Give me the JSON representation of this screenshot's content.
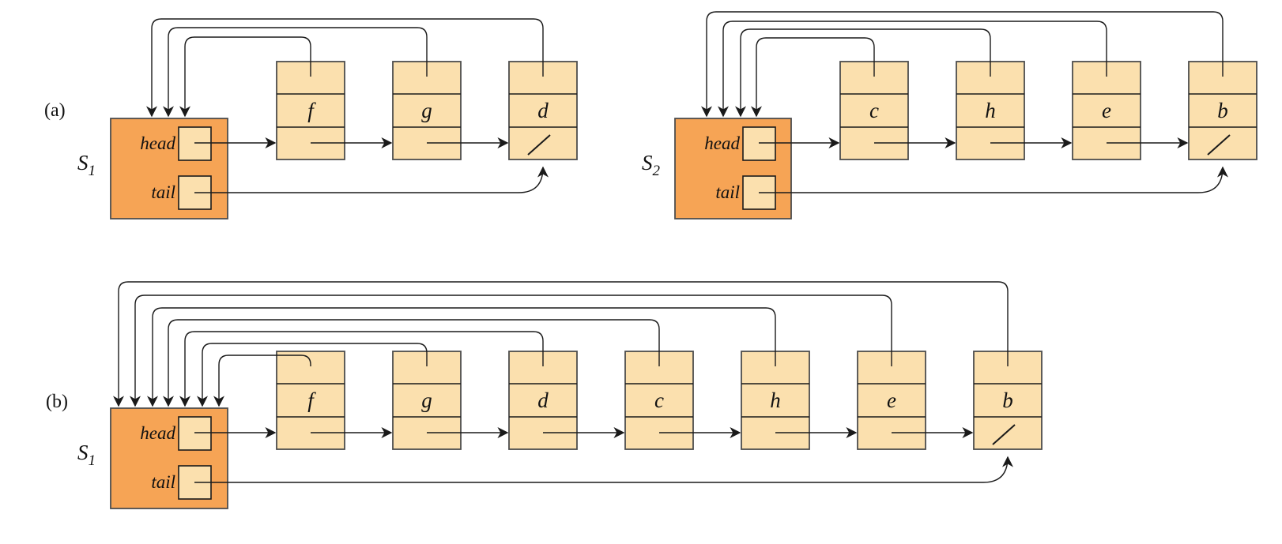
{
  "figure": {
    "kind": "linked-list disjoint-set representation",
    "panels": [
      {
        "label": "(a)"
      },
      {
        "label": "(b)"
      }
    ]
  },
  "labels": {
    "panel_a": "(a)",
    "panel_b": "(b)"
  },
  "field_labels": {
    "head": "head",
    "tail": "tail"
  },
  "sets": {
    "a_s1": {
      "name": "S",
      "sub": "1",
      "elements": [
        "f",
        "g",
        "d"
      ]
    },
    "a_s2": {
      "name": "S",
      "sub": "2",
      "elements": [
        "c",
        "h",
        "e",
        "b"
      ]
    },
    "b_s1": {
      "name": "S",
      "sub": "1",
      "elements": [
        "f",
        "g",
        "d",
        "c",
        "h",
        "e",
        "b"
      ]
    }
  },
  "icons": {
    "nil": "nil-slash-icon",
    "pointer": "arrowhead-icon"
  },
  "colors": {
    "set_fill": "#F6A455",
    "node_fill": "#FBE0AE",
    "box_stroke": "#4D4D4D",
    "line": "#1A1A1A",
    "text": "#111111"
  }
}
